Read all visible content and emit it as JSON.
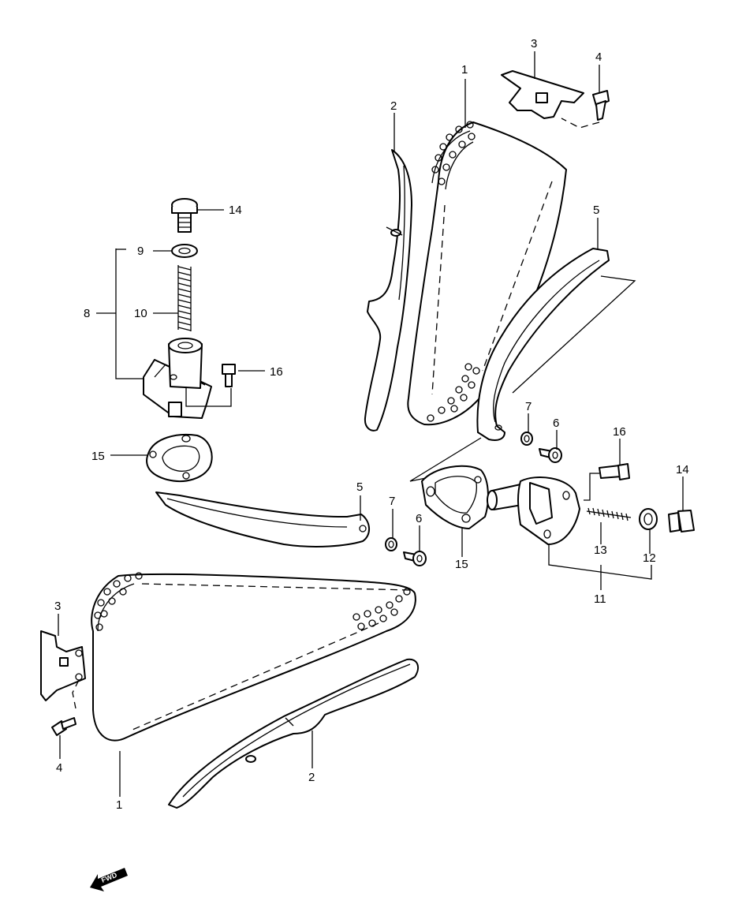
{
  "callouts": {
    "n1_top": "1",
    "n2_top": "2",
    "n3_top": "3",
    "n4_top": "4",
    "n5_right": "5",
    "n14_left": "14",
    "n9": "9",
    "n8": "8",
    "n10": "10",
    "n16_left": "16",
    "n15_left": "15",
    "n5_mid": "5",
    "n7_right": "7",
    "n6_right": "6",
    "n16_right": "16",
    "n14_right": "14",
    "n7_mid": "7",
    "n6_mid": "6",
    "n15_mid": "15",
    "n13": "13",
    "n12": "12",
    "n11": "11",
    "n3_bottom": "3",
    "n4_bottom": "4",
    "n1_bottom": "1",
    "n2_bottom": "2"
  },
  "fwd_label": "FWD"
}
